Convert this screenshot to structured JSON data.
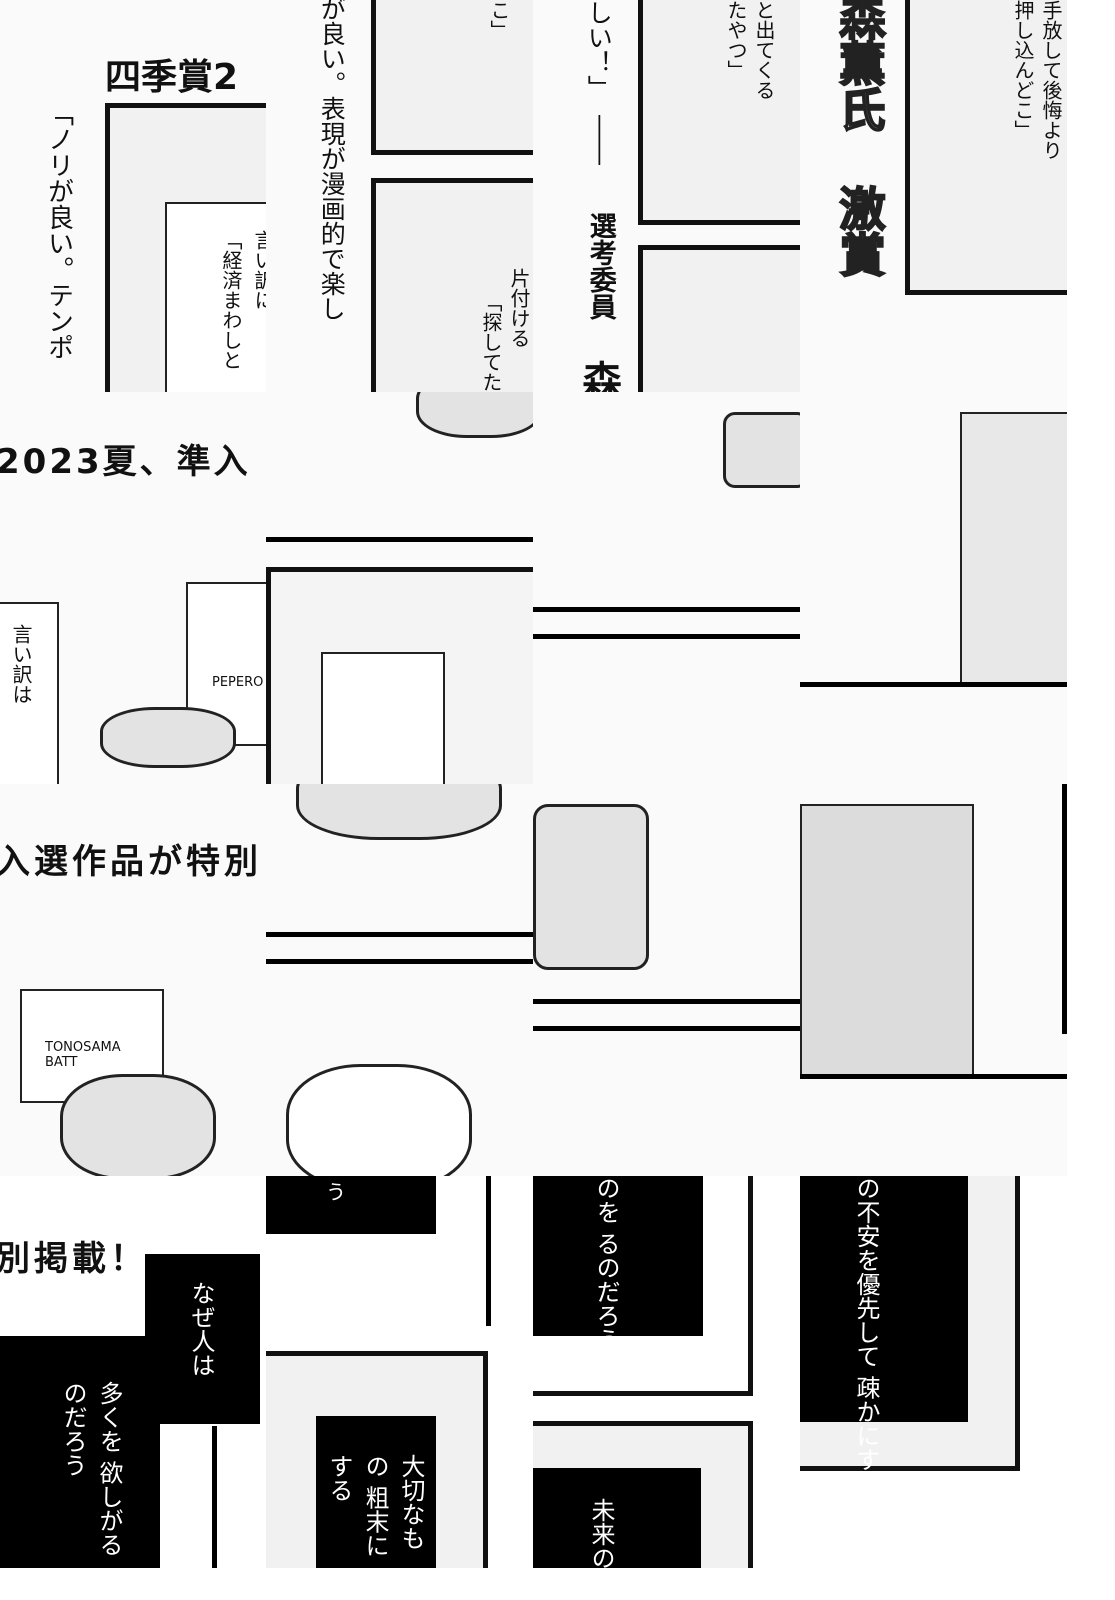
{
  "tiles": {
    "t00": {
      "heading": "四季賞2",
      "quote": "「ノリが良い。テンポ",
      "speech_a": "言い訳に",
      "speech_b": "「経済まわしと"
    },
    "t10": {
      "quote": "が良い。表現が漫画的で楽し",
      "speech_top": "こ」",
      "speech_a": "片付ける",
      "speech_b": "「探してた"
    },
    "t20": {
      "quote": "しい！」",
      "dash": "――",
      "credit": "選考委員",
      "name_part": "森",
      "speech_a": "と出てくる",
      "speech_b": "たやつ」"
    },
    "t30": {
      "headline_name": "森薫氏",
      "headline_verb": "激賞",
      "speech_a": "手放して後悔より",
      "speech_b": "押し込んどこ」"
    },
    "t01": {
      "heading": "2023夏、準入",
      "speech": "言い訳は",
      "bag_label": "PEPERO"
    },
    "t02": {
      "heading": "入選作品が特別",
      "bag_label": "TONOSAMA BATT"
    },
    "t03": {
      "heading": "別掲載！",
      "caption_a": "なぜ人は",
      "caption_b": "多くを 欲しがるのだろう"
    },
    "t13": {
      "caption_top": "う",
      "caption": "大切なもの 粗末にする"
    },
    "t23": {
      "caption_top": "のを るのだろう",
      "caption": "未来の 今を疎"
    },
    "t33": {
      "caption": "の不安を優先して 疎かにするのだろう"
    }
  }
}
